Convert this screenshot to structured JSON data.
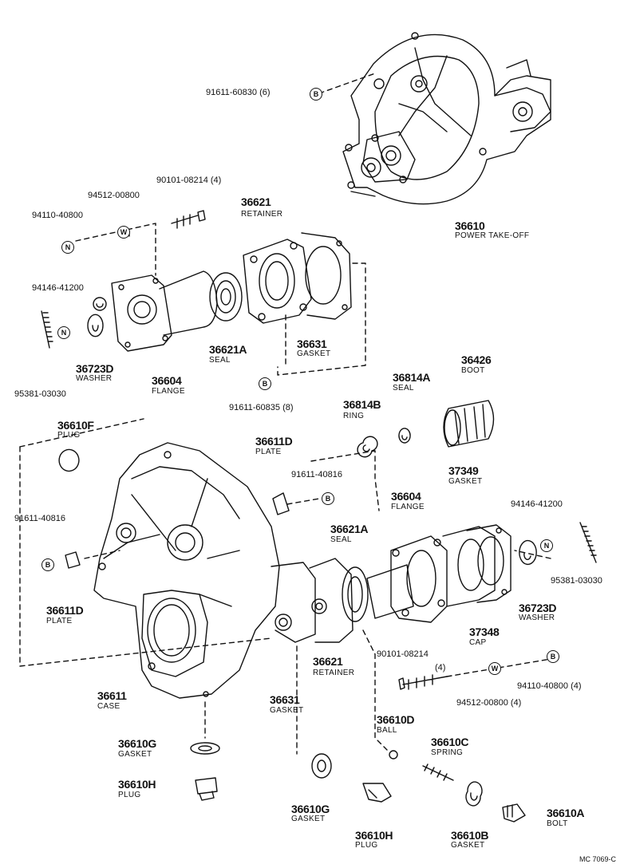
{
  "callouts": {
    "p36610": "36610",
    "n36610": "POWER TAKE-OFF",
    "r916_60830": "91611-60830 (6)",
    "r901_1": "90101-08214 (4)",
    "r94512_1": "94512-00800",
    "r94110_1": "94110-40800",
    "p36621_top": "36621",
    "n36621_top": "RETAINER",
    "r94146_1": "94146-41200",
    "p36621A_top": "36621A",
    "n36621A_top": "SEAL",
    "p36631_top": "36631",
    "n36631_top": "GASKET",
    "p36723D_l": "36723D",
    "n36723D_l": "WASHER",
    "p36604_l": "36604",
    "n36604_l": "FLANGE",
    "r95381_l": "95381-03030",
    "r91611_60835": "91611-60835 (8)",
    "p36426": "36426",
    "n36426": "BOOT",
    "p36814A": "36814A",
    "n36814A": "SEAL",
    "p36814B": "36814B",
    "n36814B": "RING",
    "p36610F": "36610F",
    "n36610F": "PLUG",
    "p36611D_top": "36611D",
    "n36611D_top": "PLATE",
    "r91611_40816_a": "91611-40816",
    "r91611_40816_b": "91611-40816",
    "p37349": "37349",
    "n37349": "GASKET",
    "p36604_r": "36604",
    "n36604_r": "FLANGE",
    "r94146_2": "94146-41200",
    "p36621A_mid": "36621A",
    "n36621A_mid": "SEAL",
    "r95381_r": "95381-03030",
    "p36611D_l": "36611D",
    "n36611D_l": "PLATE",
    "p36723D_r": "36723D",
    "n36723D_r": "WASHER",
    "p37348": "37348",
    "n37348": "CAP",
    "p36621_mid": "36621",
    "n36621_mid": "RETAINER",
    "r901_2": "90101-08214",
    "r901_2q": "(4)",
    "r94110_2": "94110-40800 (4)",
    "r94512_2": "94512-00800 (4)",
    "p36611": "36611",
    "n36611": "CASE",
    "p36631_mid": "36631",
    "n36631_mid": "GASKET",
    "p36610D": "36610D",
    "n36610D": "BALL",
    "p36610G_l": "36610G",
    "n36610G_l": "GASKET",
    "p36610C": "36610C",
    "n36610C": "SPRING",
    "p36610H_l": "36610H",
    "n36610H_l": "PLUG",
    "p36610G_b": "36610G",
    "n36610G_b": "GASKET",
    "p36610H_b": "36610H",
    "n36610H_b": "PLUG",
    "p36610B": "36610B",
    "n36610B": "GASKET",
    "p36610A": "36610A",
    "n36610A": "BOLT"
  },
  "symbols": {
    "B": "B",
    "N": "N",
    "W": "W"
  },
  "footer": {
    "code": "MC 7069-C"
  }
}
